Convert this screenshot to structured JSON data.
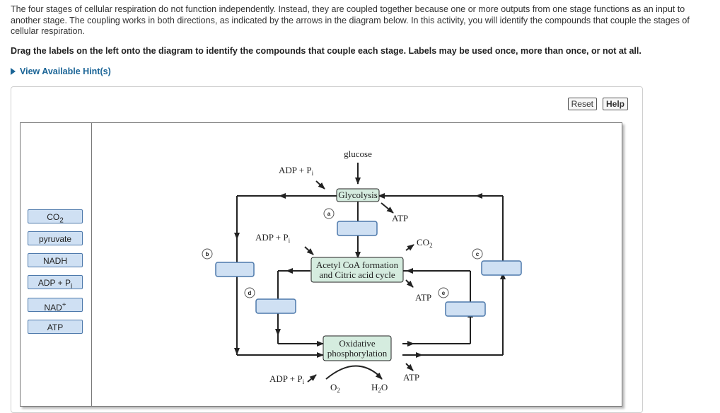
{
  "intro": "The four stages of cellular respiration do not function independently. Instead, they are coupled together because one or more outputs from one stage functions as an input to another stage. The coupling works in both directions, as indicated by the arrows in the diagram below. In this activity, you will identify the compounds that couple the stages of cellular respiration.",
  "instruction": "Drag the labels on the left onto the diagram to identify the compounds that couple each stage. Labels may be used once, more than once, or not at all.",
  "hints_label": "View Available Hint(s)",
  "buttons": {
    "reset": "Reset",
    "help": "Help"
  },
  "labels": [
    {
      "main": "CO",
      "sub": "2",
      "sup": ""
    },
    {
      "main": "pyruvate",
      "sub": "",
      "sup": ""
    },
    {
      "main": "NADH",
      "sub": "",
      "sup": ""
    },
    {
      "main": "ADP + P",
      "sub": "i",
      "sup": ""
    },
    {
      "main": "NAD",
      "sub": "",
      "sup": "+"
    },
    {
      "main": "ATP",
      "sub": "",
      "sup": ""
    }
  ],
  "diagram": {
    "glucose": "glucose",
    "glycolysis": "Glycolysis",
    "acetyl_line1": "Acetyl CoA formation",
    "acetyl_line2": "and Citric acid cycle",
    "oxphos_line1": "Oxidative",
    "oxphos_line2": "phosphorylation",
    "adp_main": "ADP + P",
    "adp_sub": "i",
    "atp": "ATP",
    "co2_main": "CO",
    "co2_sub": "2",
    "o2_main": "O",
    "o2_sub": "2",
    "h2o_main": "H",
    "h2o_sub": "2",
    "h2o_end": "O",
    "target_a": "a",
    "target_b": "b",
    "target_c": "c",
    "target_d": "d",
    "target_e": "e"
  },
  "colors": {
    "stage_fill": "#d5ecdf",
    "dropzone_fill": "#cfe0f3",
    "dropzone_stroke": "#4d79ab",
    "link": "#1a6496"
  }
}
